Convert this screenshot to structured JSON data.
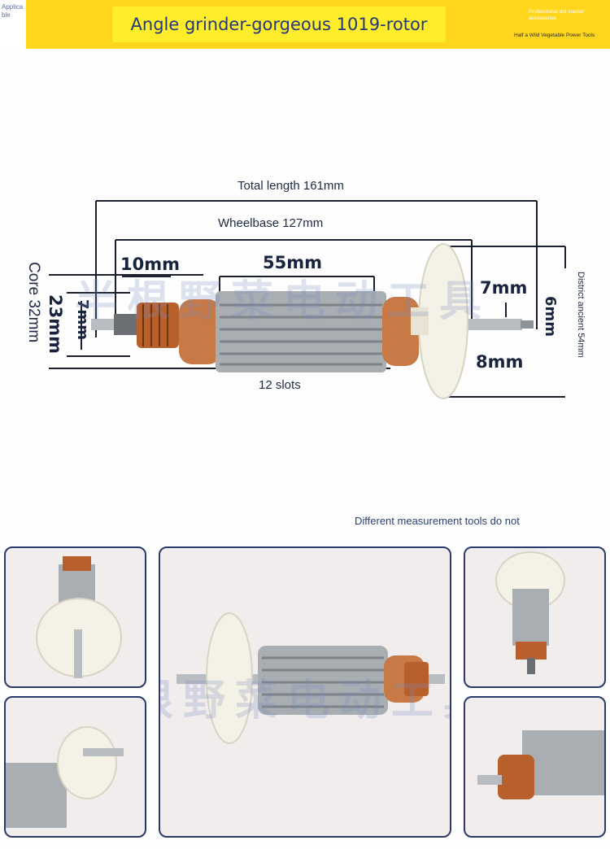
{
  "header": {
    "side_tag": "Applicable",
    "title": "Angle grinder-gorgeous 1019-rotor",
    "brand_line1": "Professional old master accessories",
    "brand_line2": "Half a Wild Vegetable Power Tools"
  },
  "dimensions": {
    "total_length": "Total length 161mm",
    "wheelbase": "Wheelbase 127mm",
    "core_length": "55mm",
    "commutator": "10mm",
    "shaft_right": "7mm",
    "thread": "6mm",
    "shaft_bearing": "8mm",
    "slots": "12 slots",
    "core_diameter": "Core 32mm",
    "comm_diameter": "23mm",
    "shaft_left": "7mm",
    "district": "District ancient 54mm"
  },
  "watermark": "半根野菜电动工具",
  "note": "Different measurement tools do not",
  "colors": {
    "header_bg": "#ffd51e",
    "title_bg": "#ffec2a",
    "title_text": "#223a7a",
    "frame": "#2b3a6e",
    "copper": "#b8602c",
    "steel": "#9aa0a6",
    "fan": "#f4f1e6"
  }
}
